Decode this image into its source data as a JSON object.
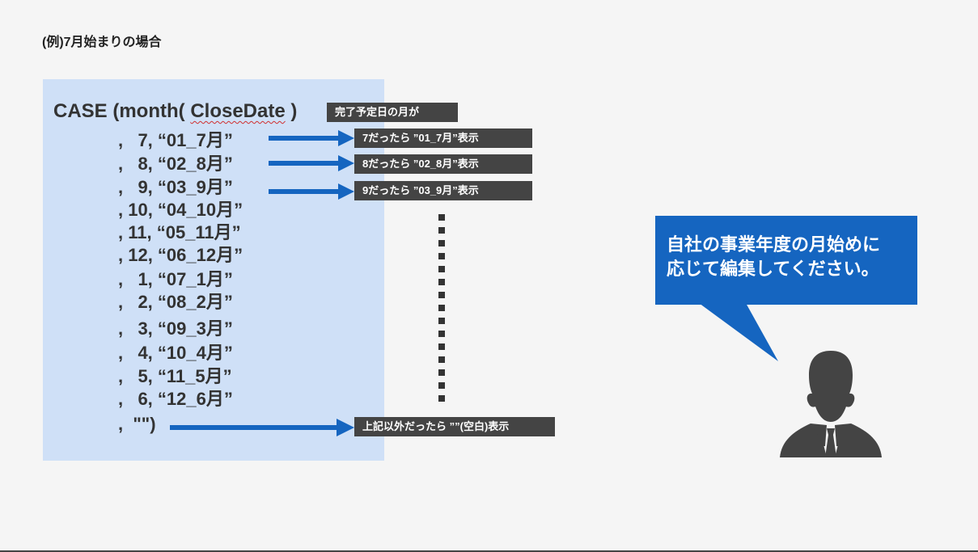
{
  "slide": {
    "title": "(例)7月始まりの場合",
    "colors": {
      "background": "#f5f5f5",
      "panel": "#cfe0f7",
      "arrow": "#1565c0",
      "label": "#444444",
      "bubble": "#1565c0"
    }
  },
  "code": {
    "head_prefix": "CASE (month( ",
    "head_field": "CloseDate",
    "head_suffix": " )",
    "lines": [
      ",   7, “01_7月”",
      ",   8, “02_8月”",
      ",   9, “03_9月”",
      ", 10, “04_10月”",
      ", 11, “05_11月”",
      ", 12, “06_12月”",
      ",   1, “07_1月”",
      ",   2, “08_2月”",
      ",   3, “09_3月”",
      ",   4, “10_4月”",
      ",   5, “11_5月”",
      ",   6, “12_6月”",
      ",  \"\")"
    ]
  },
  "labels": {
    "close_month": "完了予定日の月が",
    "if_7": "7だったら ”01_7月”表示",
    "if_8": "8だったら ”02_8月”表示",
    "if_9": "9だったら ”03_9月”表示",
    "else": "上記以外だったら ””(空白)表示"
  },
  "callout": {
    "line1": "自社の事業年度の月始めに",
    "line2": "応じて編集してください。"
  },
  "icons": {
    "person": "person-icon",
    "dots": "vertical-dots-icon",
    "arrow": "arrow-right-icon"
  }
}
